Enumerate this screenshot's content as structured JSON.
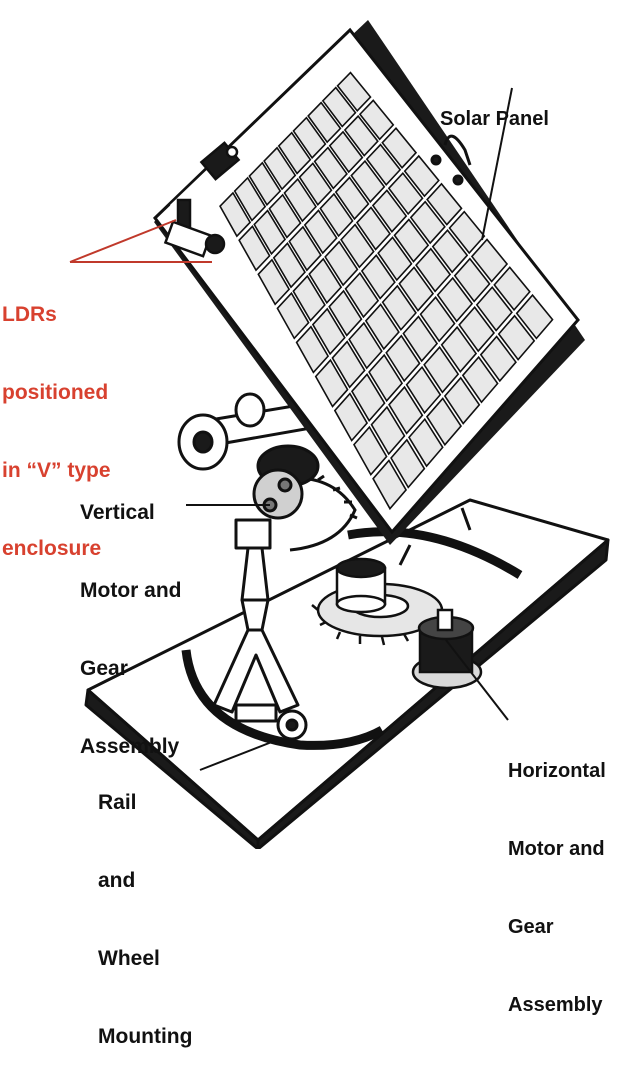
{
  "labels": {
    "solar_panel": [
      "Solar Panel"
    ],
    "ldrs": [
      "LDRs",
      "positioned",
      "in “V” type",
      "enclosure"
    ],
    "vertical_motor": [
      "Vertical",
      "Motor and",
      "Gear",
      "Assembly"
    ],
    "horizontal_motor": [
      "Horizontal",
      "Motor and",
      "Gear",
      "Assembly"
    ],
    "rail_wheel": [
      "Rail",
      "and",
      "Wheel",
      "Mounting"
    ]
  },
  "colors": {
    "ink": "#111111",
    "ldr_label": "#d8412f",
    "panel_cell": "#e8e8e8",
    "background": "#ffffff"
  }
}
